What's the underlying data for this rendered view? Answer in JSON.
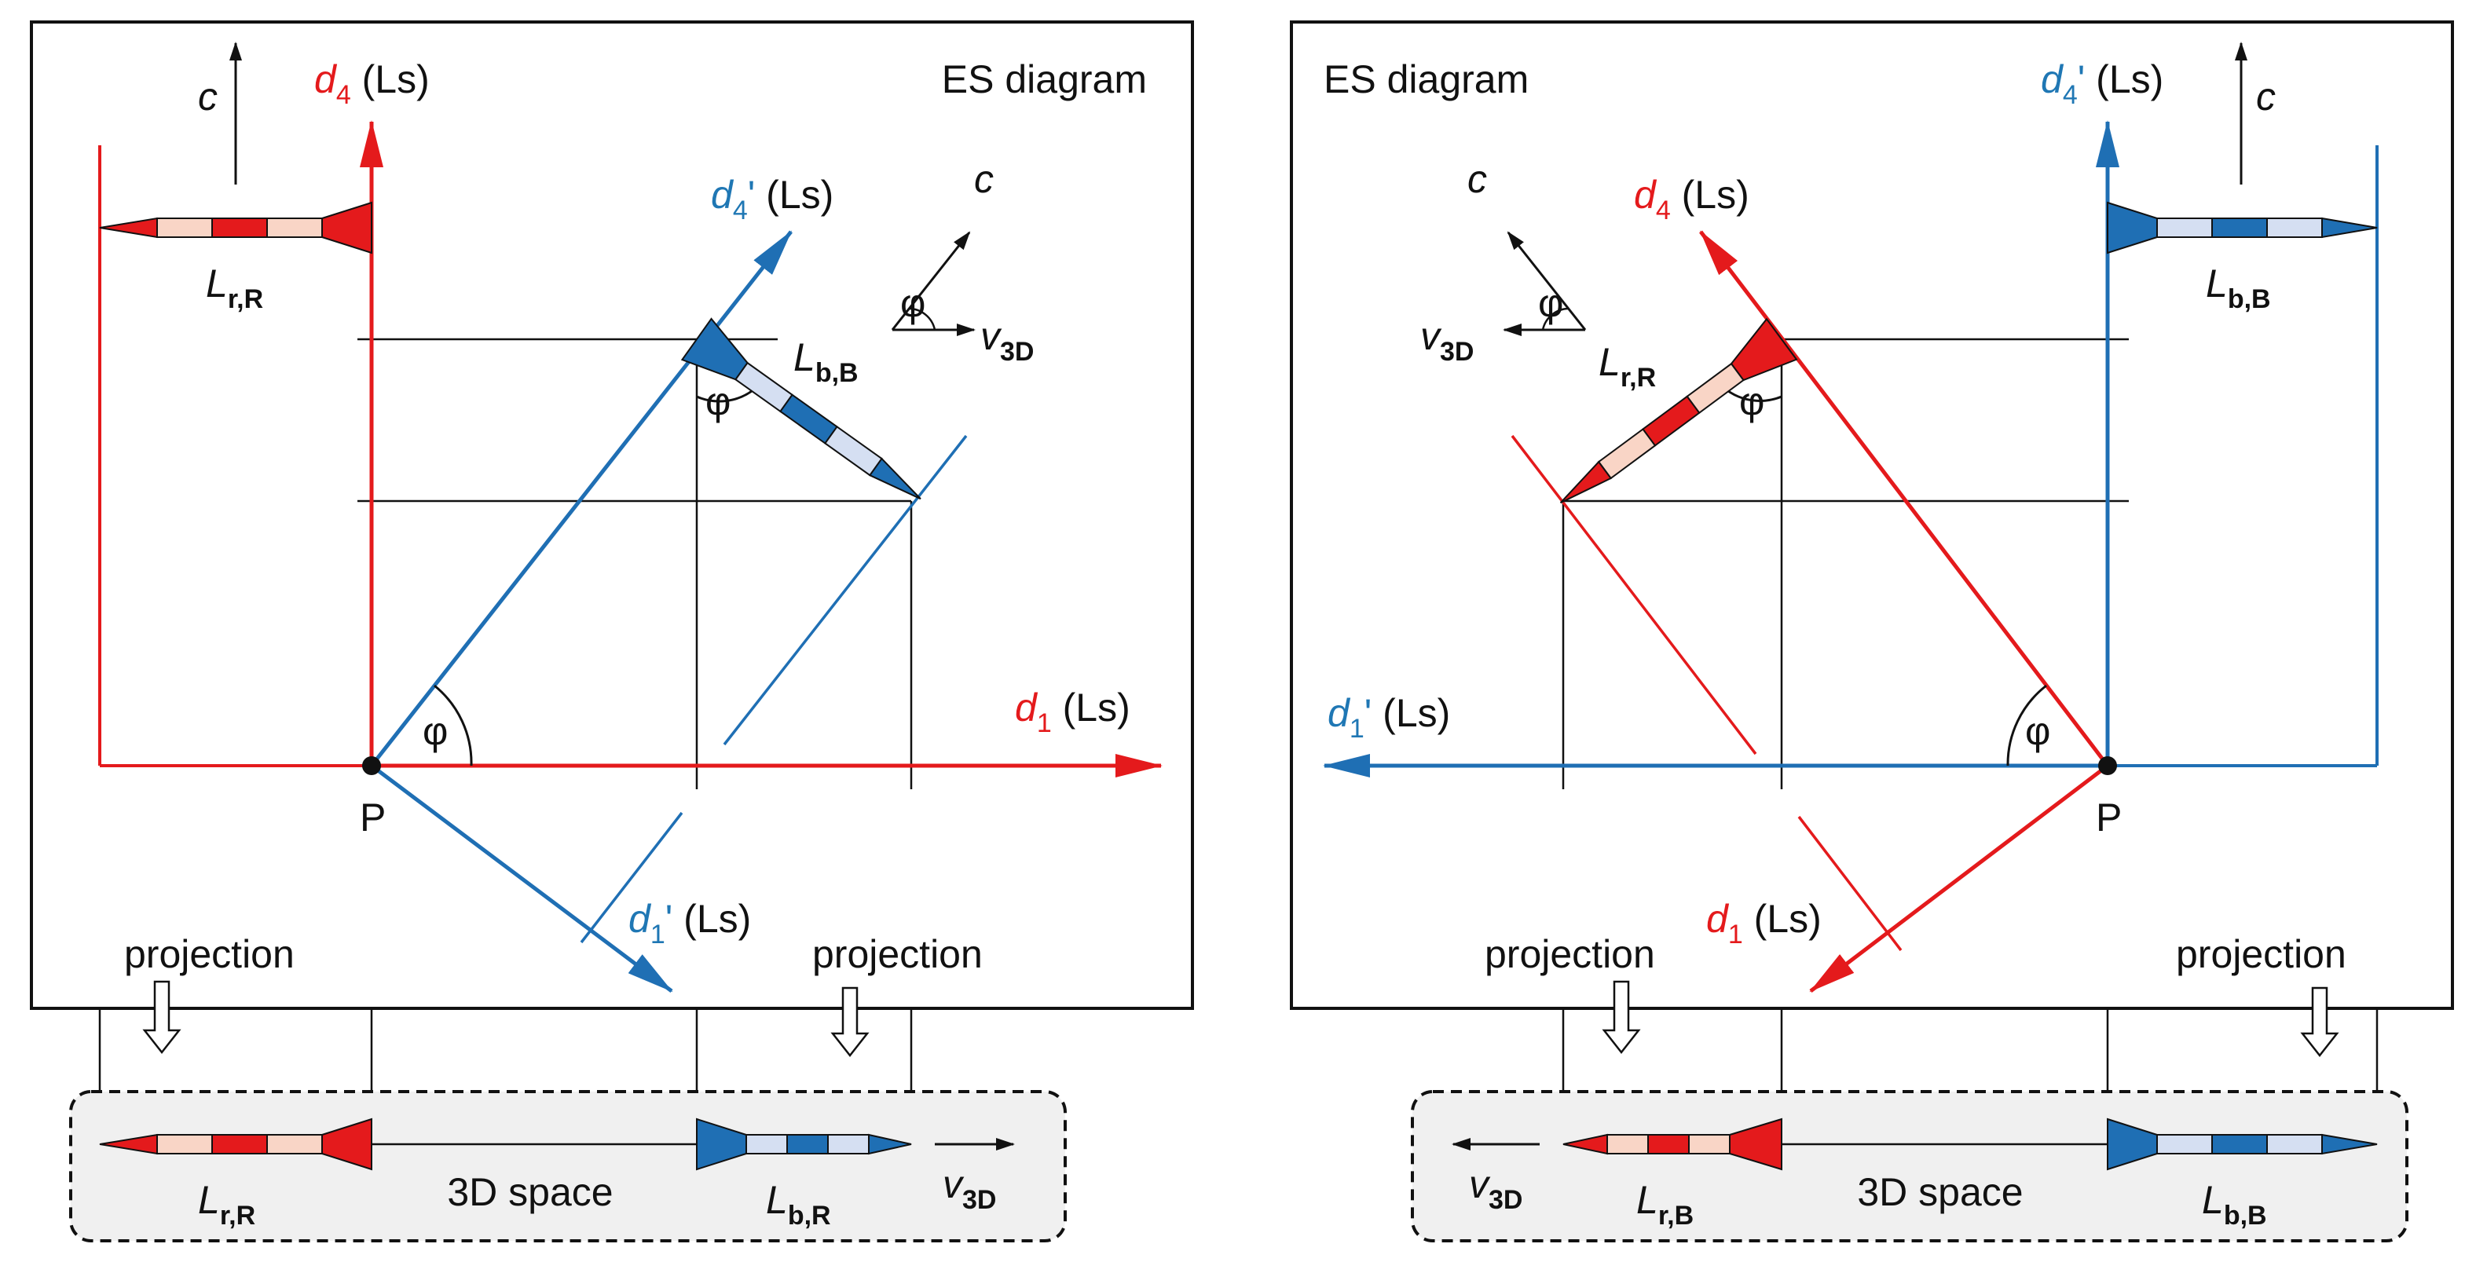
{
  "colors": {
    "red": "#e41a1c",
    "red_light": "#f9d5c6",
    "blue": "#1f6fb4",
    "blue_light": "#d5dff2",
    "black": "#111111",
    "panel_fill": "#f0f0f0"
  },
  "left": {
    "title": "ES diagram",
    "axis_d4": {
      "sym": "d",
      "sub": "4",
      "unit": " (Ls)"
    },
    "axis_d1": {
      "sym": "d",
      "sub": "1",
      "unit": " (Ls)"
    },
    "axis_d4p": {
      "sym": "d",
      "sub": "4",
      "prime": "'",
      "unit": " (Ls)"
    },
    "axis_d1p": {
      "sym": "d",
      "sub": "1",
      "prime": "'",
      "unit": " (Ls)"
    },
    "c_label": "c",
    "c_label2": "c",
    "v3d": {
      "sym": "v",
      "sub": "3D"
    },
    "phi": "φ",
    "origin": "P",
    "rod_top": {
      "sym": "L",
      "sub": "r,R"
    },
    "rod_diag": {
      "sym": "L",
      "sub": "b,B"
    },
    "projection_left": "projection",
    "projection_right": "projection",
    "space_label": "3D space",
    "space_rod_red": {
      "sym": "L",
      "sub": "r,R"
    },
    "space_rod_blue": {
      "sym": "L",
      "sub": "b,R"
    },
    "space_v3d": {
      "sym": "v",
      "sub": "3D"
    }
  },
  "right": {
    "title": "ES diagram",
    "axis_d4p": {
      "sym": "d",
      "sub": "4",
      "prime": "'",
      "unit": " (Ls)"
    },
    "axis_d1p": {
      "sym": "d",
      "sub": "1",
      "prime": "'",
      "unit": " (Ls)"
    },
    "axis_d4": {
      "sym": "d",
      "sub": "4",
      "unit": " (Ls)"
    },
    "axis_d1": {
      "sym": "d",
      "sub": "1",
      "unit": " (Ls)"
    },
    "c_label": "c",
    "c_label2": "c",
    "v3d": {
      "sym": "v",
      "sub": "3D"
    },
    "phi": "φ",
    "origin": "P",
    "rod_top": {
      "sym": "L",
      "sub": "b,B"
    },
    "rod_diag": {
      "sym": "L",
      "sub": "r,R"
    },
    "projection_left": "projection",
    "projection_right": "projection",
    "space_label": "3D space",
    "space_rod_red": {
      "sym": "L",
      "sub": "r,B"
    },
    "space_rod_blue": {
      "sym": "L",
      "sub": "b,B"
    },
    "space_v3d": {
      "sym": "v",
      "sub": "3D"
    }
  }
}
